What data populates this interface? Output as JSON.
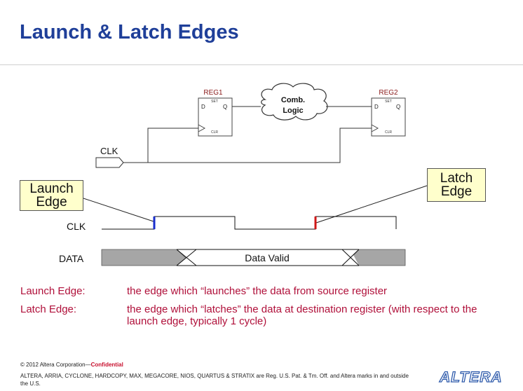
{
  "slide": {
    "title": "Launch & Latch Edges"
  },
  "registers": {
    "reg1": {
      "name": "REG1",
      "d": "D",
      "q": "Q",
      "set": "SET",
      "clr": "CLR"
    },
    "reg2": {
      "name": "REG2",
      "d": "D",
      "q": "Q",
      "set": "SET",
      "clr": "CLR"
    }
  },
  "comb_logic": {
    "line1": "Comb.",
    "line2": "Logic"
  },
  "clk_input_label": "CLK",
  "callouts": {
    "launch": {
      "line1": "Launch",
      "line2": "Edge"
    },
    "latch": {
      "line1": "Latch",
      "line2": "Edge"
    }
  },
  "waveforms": {
    "clk_label": "CLK",
    "data_label": "DATA",
    "data_valid_label": "Data Valid"
  },
  "definitions": [
    {
      "term": "Launch Edge:",
      "description": "the edge which “launches” the data from source register"
    },
    {
      "term": "Latch Edge:",
      "description": "the edge which “latches” the data at destination register (with respect to the launch edge, typically 1 cycle)"
    }
  ],
  "footer": {
    "copyright": "© 2012 Altera Corporation—",
    "confidential": "Confidential",
    "trademark": "ALTERA, ARRIA, CYCLONE, HARDCOPY, MAX, MEGACORE, NIOS, QUARTUS & STRATIX are Reg. U.S. Pat. & Tm. Off. and Altera marks in and outside the U.S.",
    "logo": "ALTERA"
  },
  "colors": {
    "title": "#1f3f99",
    "definition_text": "#b0103a",
    "launch_edge_marker": "#1a2ecc",
    "latch_edge_marker": "#d01818",
    "callout_fill": "#ffffcc",
    "invalid_data_fill": "#a6a6a6"
  }
}
